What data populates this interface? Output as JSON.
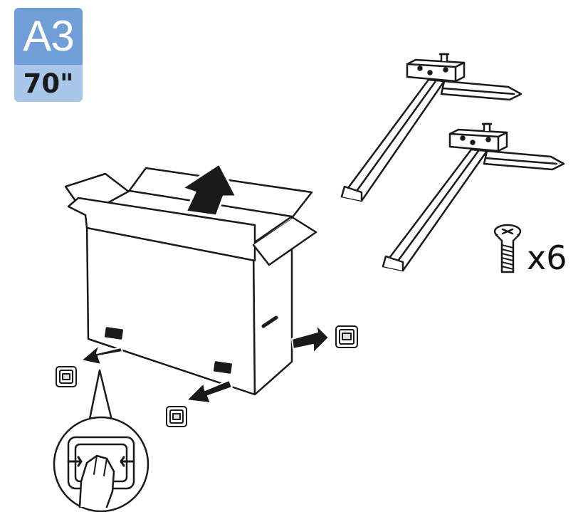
{
  "badge": {
    "step": "A3",
    "size": "70\""
  },
  "screws": {
    "quantity": "x6"
  },
  "colors": {
    "badge_top": "#6f9fd6",
    "badge_bottom": "#a8c6ea",
    "line": "#1a1a1a"
  },
  "icons": [
    "box-icon",
    "lift-arrow-icon",
    "stand-leg-icon",
    "screw-icon",
    "handle-icon",
    "hand-icon"
  ]
}
